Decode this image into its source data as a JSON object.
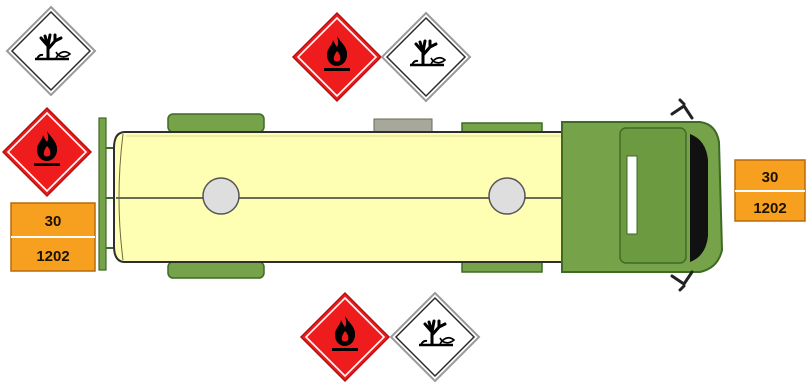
{
  "plates": {
    "left": {
      "hazard_id": "30",
      "un_number": "1202"
    },
    "right": {
      "hazard_id": "30",
      "un_number": "1202"
    }
  },
  "placards": [
    {
      "type": "environment-hazard",
      "symbol": "dead-tree-and-fish",
      "position": "top-left"
    },
    {
      "type": "flammable-liquid",
      "symbol": "flame",
      "position": "top-center"
    },
    {
      "type": "environment-hazard",
      "symbol": "dead-tree-and-fish",
      "position": "top-center"
    },
    {
      "type": "flammable-liquid",
      "symbol": "flame",
      "position": "rear-left"
    },
    {
      "type": "flammable-liquid",
      "symbol": "flame",
      "position": "bottom-center"
    },
    {
      "type": "environment-hazard",
      "symbol": "dead-tree-and-fish",
      "position": "bottom-center"
    }
  ],
  "colors": {
    "tank": "#ffffb3",
    "cab": "#76a24a",
    "cab_dark": "#3f6a25",
    "flammable_red": "#ee1c1c",
    "plate_orange": "#f7a020",
    "diamond_border": "#9a9a9a"
  }
}
